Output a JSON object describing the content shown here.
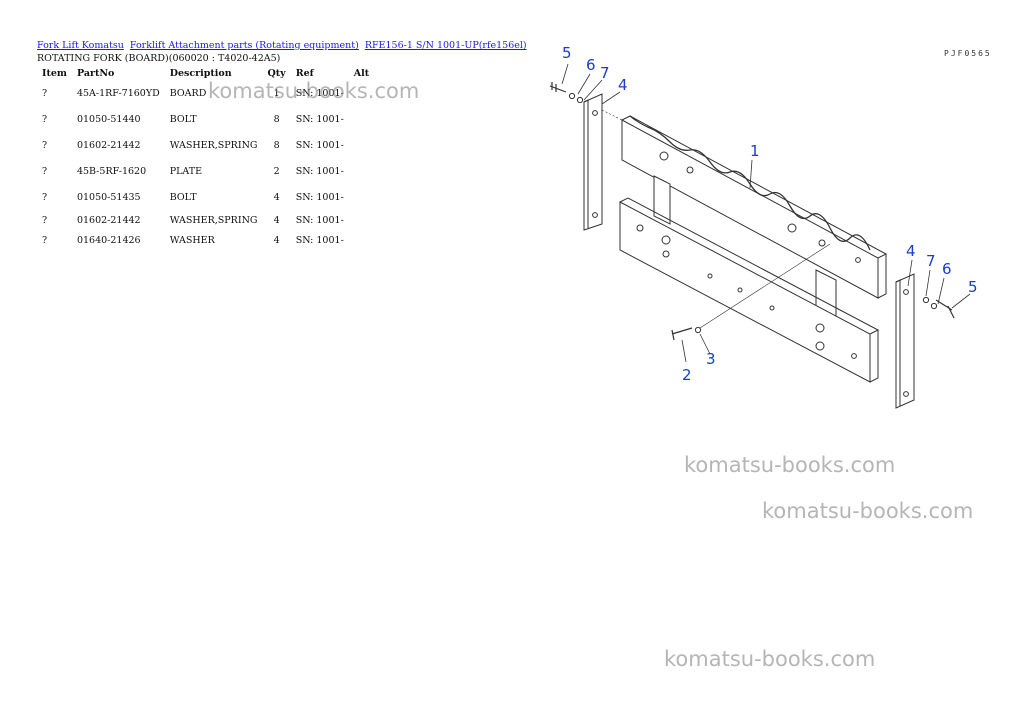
{
  "breadcrumb": [
    {
      "label": "Fork Lift Komatsu"
    },
    {
      "label": "Forklift Attachment parts (Rotating equipment)"
    },
    {
      "label": "RFE156-1 S/N 1001-UP(rfe156el)"
    }
  ],
  "subtitle": "ROTATING FORK (BOARD)(060020 : T4020-42A5)",
  "table": {
    "headers": {
      "item": "Item",
      "part_no": "PartNo",
      "description": "Description",
      "qty": "Qty",
      "ref": "Ref",
      "alt": "Alt"
    },
    "rows": [
      {
        "item": "?",
        "part_no": "45A-1RF-7160YD",
        "description": "BOARD",
        "qty": "1",
        "ref": "SN: 1001-"
      },
      {
        "item": "?",
        "part_no": "01050-51440",
        "description": "BOLT",
        "qty": "8",
        "ref": "SN: 1001-"
      },
      {
        "item": "?",
        "part_no": "01602-21442",
        "description": "WASHER,SPRING",
        "qty": "8",
        "ref": "SN: 1001-"
      },
      {
        "item": "?",
        "part_no": "45B-5RF-1620",
        "description": "PLATE",
        "qty": "2",
        "ref": "SN: 1001-"
      },
      {
        "item": "?",
        "part_no": "01050-51435",
        "description": "BOLT",
        "qty": "4",
        "ref": "SN: 1001-"
      },
      {
        "item": "?",
        "part_no": "01602-21442",
        "description": "WASHER,SPRING",
        "qty": "4",
        "ref": "SN: 1001-"
      },
      {
        "item": "?",
        "part_no": "01640-21426",
        "description": "WASHER",
        "qty": "4",
        "ref": "SN: 1001-"
      }
    ]
  },
  "page_id": "PJF0565",
  "watermark": "komatsu-books.com",
  "diagram": {
    "callouts": [
      "5",
      "6",
      "7",
      "4",
      "1",
      "4",
      "7",
      "6",
      "5",
      "2",
      "3"
    ]
  },
  "colors": {
    "link": "#1a1aee",
    "callout": "#1a3cc8",
    "watermark": "#787878"
  }
}
